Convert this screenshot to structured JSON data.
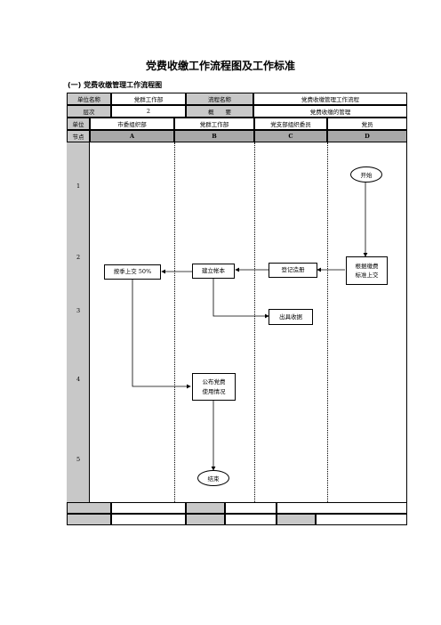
{
  "title": "党费收缴工作流程图及工作标准",
  "subtitle": "(一) 党费收缴管理工作流程图",
  "header": {
    "unit_label": "单位名称",
    "unit_value": "党群工作部",
    "flow_name_label": "流程名称",
    "flow_name_value": "党费收缴管理工作流程",
    "level_label": "层次",
    "level_value": "2",
    "summary_label": "概　　要",
    "summary_value": "党费收缴的管理"
  },
  "lanes": {
    "unit_label": "单位",
    "node_label": "节点",
    "columns": [
      {
        "name": "市委组织部",
        "code": "A"
      },
      {
        "name": "党群工作部",
        "code": "B"
      },
      {
        "name": "党支部组织委员",
        "code": "C"
      },
      {
        "name": "党员",
        "code": "D"
      }
    ]
  },
  "stages": [
    "1",
    "2",
    "3",
    "4",
    "5"
  ],
  "nodes": {
    "start": "开始",
    "pay": "根据缴费\n标准上交",
    "register": "登记造册",
    "account": "建立帐本",
    "quarterly": "按季上交 50%",
    "receipt": "出具收据",
    "publish": "公布党费\n使用情况",
    "end": "结束"
  }
}
